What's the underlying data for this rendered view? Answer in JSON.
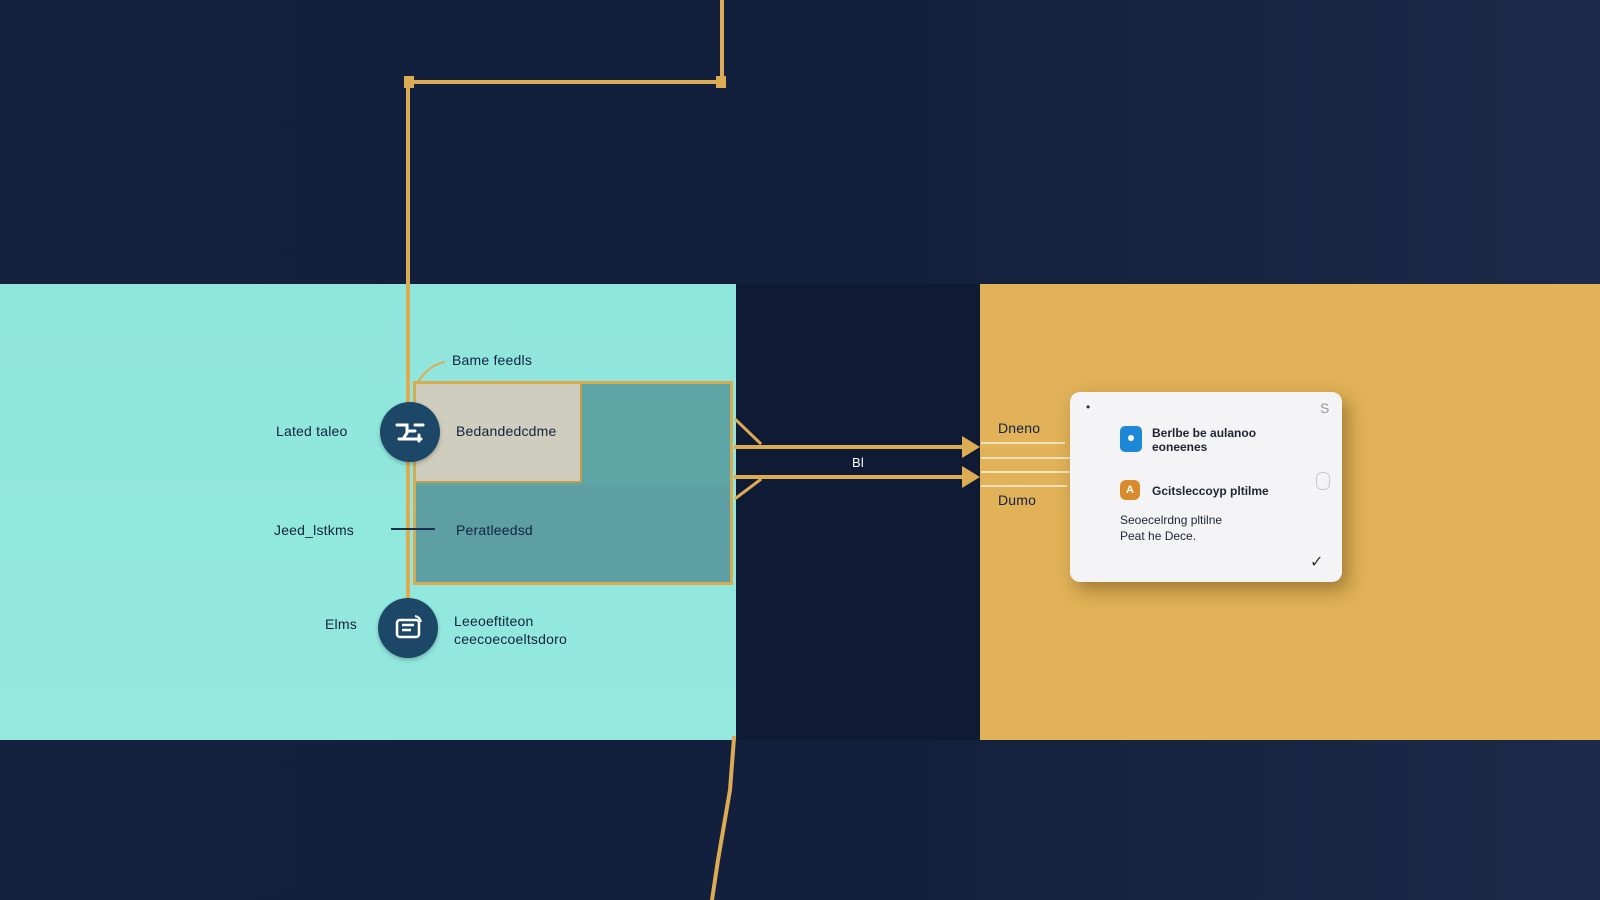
{
  "diagram": {
    "top_label": "Bame feedls",
    "left_labels": {
      "upper": "Lated taleo",
      "middle": "Jeed_lstkms",
      "lower": "Elms"
    },
    "box_labels": {
      "upper": "Bedandedcdme",
      "lower": "Peratleedsd"
    },
    "lower_circle_text": {
      "line1": "Leeoeftiteon",
      "line2": "ceecoecoeltsdoro"
    },
    "connector_label": "Bl",
    "right_labels": {
      "upper": "Dneno",
      "lower": "Dumo"
    }
  },
  "card": {
    "item1_line1": "Berlbe be aulanoo",
    "item1_line2": "eoneenes",
    "item2": "Gcitsleccoyp pltilme",
    "body_line1": "Seoecelrdng pltilne",
    "body_line2": "Peat he Dece.",
    "top_dot": "•",
    "close_glyph": "S",
    "check_glyph": "✓"
  },
  "icons": {
    "upper_circle": "pipeline-icon",
    "lower_circle": "document-stack-icon",
    "badge1": "blue-app-badge-icon",
    "badge2": "orange-app-badge-icon"
  },
  "colors": {
    "navy": "#14213d",
    "teal_panel": "#8fe6dc",
    "gold_panel": "#e1b257",
    "gold_line": "#d9aa52",
    "circle_blue": "#1d4767",
    "badge_blue": "#1e88d8",
    "badge_orange": "#d98a2b"
  }
}
